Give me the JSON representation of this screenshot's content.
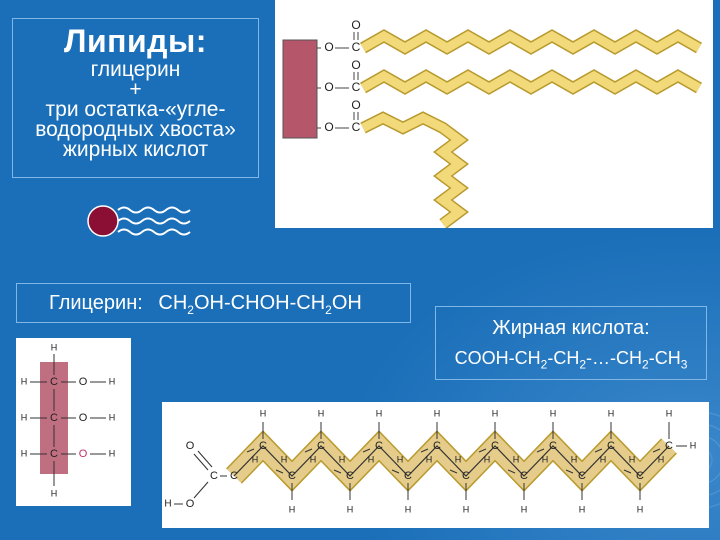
{
  "lipid_box": {
    "title": "Липиды:",
    "line1": "глицерин",
    "line2": "+",
    "line3": "три остатка-«угле-",
    "line4": "водородных хвоста»",
    "line5": "жирных кислот"
  },
  "glycerol_formula": {
    "label": "Глицерин:",
    "formula": "CH2OH-CHOH-CH2OH"
  },
  "fatty_acid": {
    "title": "Жирная кислота:",
    "formula": "COOH-CH2-CH2-…-CH2-CH3"
  },
  "triglyceride_diagram": {
    "atoms": {
      "oxygen": "O",
      "carbon": "C"
    }
  },
  "glycerol_structure": {
    "atoms": {
      "carbon": "C",
      "hydrogen": "H",
      "oxygen": "O"
    }
  },
  "fatty_acid_chain": {
    "atoms": {
      "carbon": "C",
      "hydrogen": "H",
      "oxygen": "O"
    }
  },
  "colors": {
    "background": "#1a6fb8",
    "glycerol_block": "#b5566a",
    "tail_fill": "#f2d97a",
    "chain_fill": "#e5cc8a",
    "text": "#ffffff"
  }
}
